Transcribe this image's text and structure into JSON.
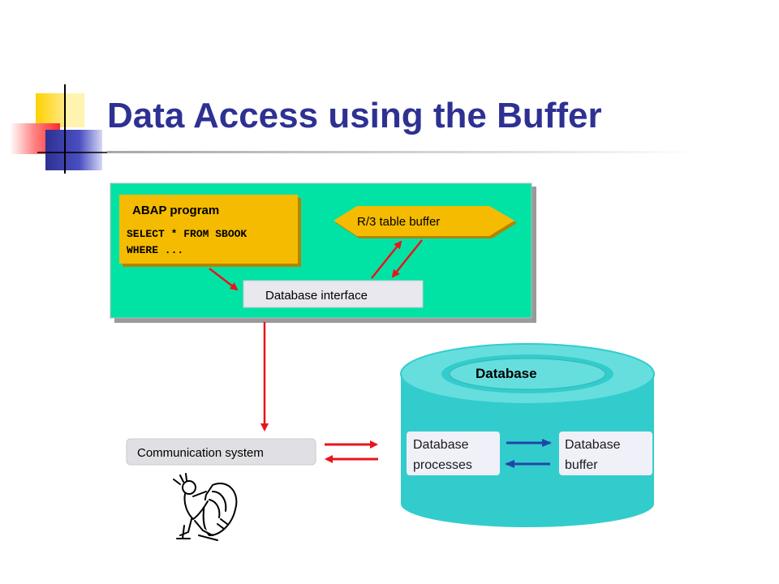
{
  "slide": {
    "title": "Data Access using the Buffer"
  },
  "diagram": {
    "abap_program": {
      "heading": "ABAP program",
      "code_line_1": "SELECT * FROM SBOOK",
      "code_line_2": "WHERE ..."
    },
    "table_buffer_label": "R/3 table buffer",
    "database_interface_label": "Database interface",
    "communication_system_label": "Communication system",
    "database": {
      "title": "Database",
      "processes_line_1": "Database",
      "processes_line_2": "processes",
      "buffer_line_1": "Database",
      "buffer_line_2": "buffer"
    },
    "colors": {
      "title_blue": "#2e3192",
      "app_server_green": "#00e3a4",
      "abap_box_orange": "#f5bb00",
      "database_cyan": "#33cccc",
      "arrow_red": "#e8141c",
      "arrow_blue": "#2046a8"
    }
  }
}
